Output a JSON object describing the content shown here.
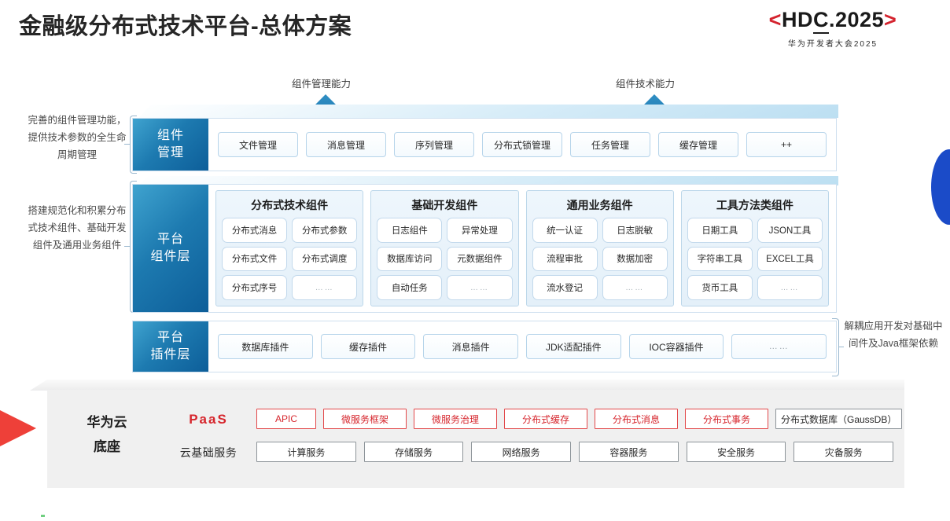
{
  "header": {
    "title": "金融级分布式技术平台-总体方案",
    "logo_left_bracket": "<",
    "logo_text": "HDC.2025",
    "logo_right_bracket": ">",
    "logo_subtitle": "华为开发者大会2025"
  },
  "arrows": [
    {
      "label": "组件管理能力"
    },
    {
      "label": "组件技术能力"
    }
  ],
  "notes": {
    "left_top": "完善的组件管理功能，提供技术参数的全生命周期管理",
    "left_bottom": "搭建规范化和积累分布式技术组件、基础开发组件及通用业务组件",
    "right": "解耦应用开发对基础中间件及Java框架依赖"
  },
  "component_management": {
    "side_label": "组件管理",
    "items": [
      "文件管理",
      "消息管理",
      "序列管理",
      "分布式锁管理",
      "任务管理",
      "缓存管理",
      "++"
    ]
  },
  "platform_component_layer": {
    "side_label": "平台组件层",
    "groups": [
      {
        "title": "分布式技术组件",
        "items": [
          "分布式消息",
          "分布式参数",
          "分布式文件",
          "分布式调度",
          "分布式序号",
          "……"
        ]
      },
      {
        "title": "基础开发组件",
        "items": [
          "日志组件",
          "异常处理",
          "数据库访问",
          "元数据组件",
          "自动任务",
          "……"
        ]
      },
      {
        "title": "通用业务组件",
        "items": [
          "统一认证",
          "日志脱敏",
          "流程审批",
          "数据加密",
          "流水登记",
          "……"
        ]
      },
      {
        "title": "工具方法类组件",
        "items": [
          "日期工具",
          "JSON工具",
          "字符串工具",
          "EXCEL工具",
          "货币工具",
          "……"
        ]
      }
    ]
  },
  "platform_plugin_layer": {
    "side_label": "平台插件层",
    "items": [
      "数据库插件",
      "缓存插件",
      "消息插件",
      "JDK适配插件",
      "IOC容器插件",
      "……"
    ]
  },
  "cloud_base": {
    "title": "华为云底座",
    "paas_label": "PaaS",
    "cloud_label": "云基础服务",
    "paas_items": [
      "APIC",
      "微服务框架",
      "微服务治理",
      "分布式缓存",
      "分布式消息",
      "分布式事务"
    ],
    "paas_gauss": "分布式数据库（GaussDB）",
    "cloud_items": [
      "计算服务",
      "存储服务",
      "网络服务",
      "容器服务",
      "安全服务",
      "灾备服务"
    ]
  },
  "colors": {
    "brand_red": "#d6252c",
    "brand_blue": "#0d5e99",
    "accent_blue": "#1b4bc8",
    "wedge_red": "#ee4039"
  }
}
